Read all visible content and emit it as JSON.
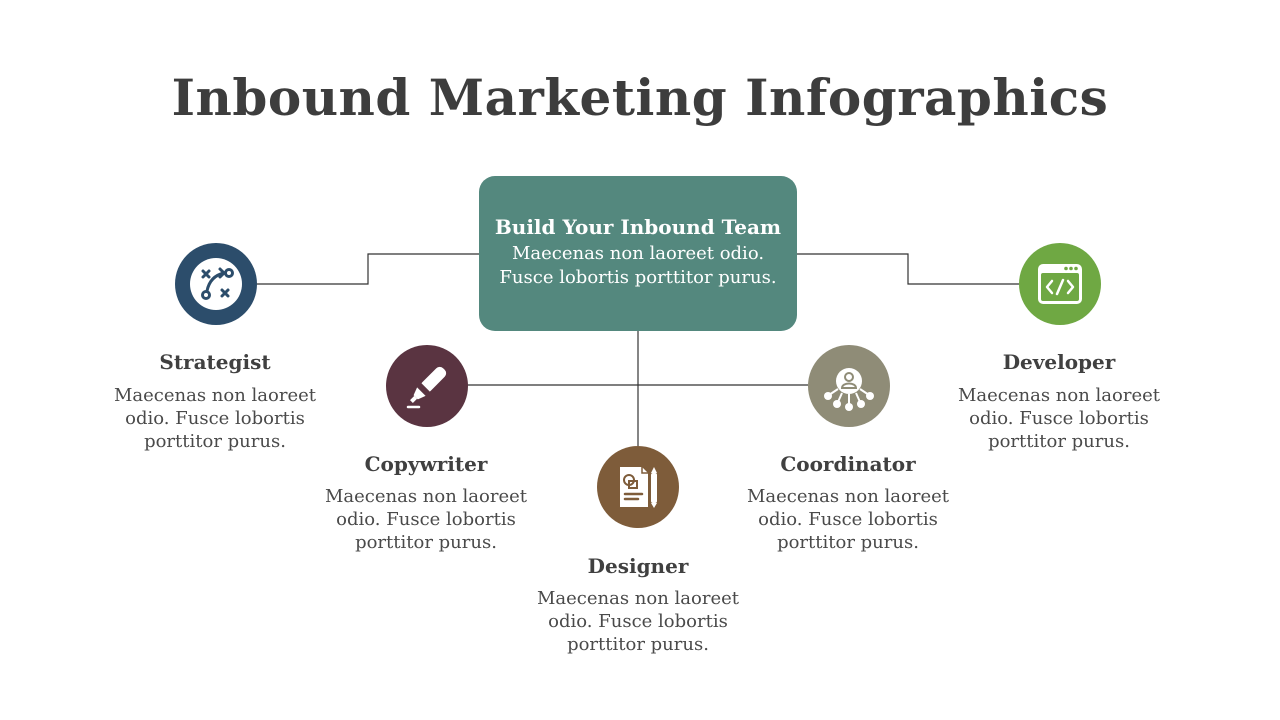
{
  "title": "Inbound Marketing Infographics",
  "center": {
    "title": "Build Your Inbound Team",
    "line1": "Maecenas non laoreet odio.",
    "line2": "Fusce lobortis porttitor purus."
  },
  "roles": {
    "strategist": {
      "label": "Strategist",
      "desc": "Maecenas non laoreet odio. Fusce lobortis porttitor purus.",
      "color": "#2c4d6b",
      "icon": "strategy-icon"
    },
    "copywriter": {
      "label": "Copywriter",
      "desc": "Maecenas non laoreet odio. Fusce lobortis porttitor purus.",
      "color": "#5a3441",
      "icon": "pen-icon"
    },
    "designer": {
      "label": "Designer",
      "desc": "Maecenas non laoreet odio. Fusce lobortis porttitor purus.",
      "color": "#7e5c3a",
      "icon": "design-document-icon"
    },
    "coordinator": {
      "label": "Coordinator",
      "desc": "Maecenas non laoreet odio. Fusce lobortis porttitor purus.",
      "color": "#8f8c77",
      "icon": "network-user-icon"
    },
    "developer": {
      "label": "Developer",
      "desc": "Maecenas non laoreet odio. Fusce lobortis porttitor purus.",
      "color": "#6fa843",
      "icon": "code-window-icon"
    }
  }
}
